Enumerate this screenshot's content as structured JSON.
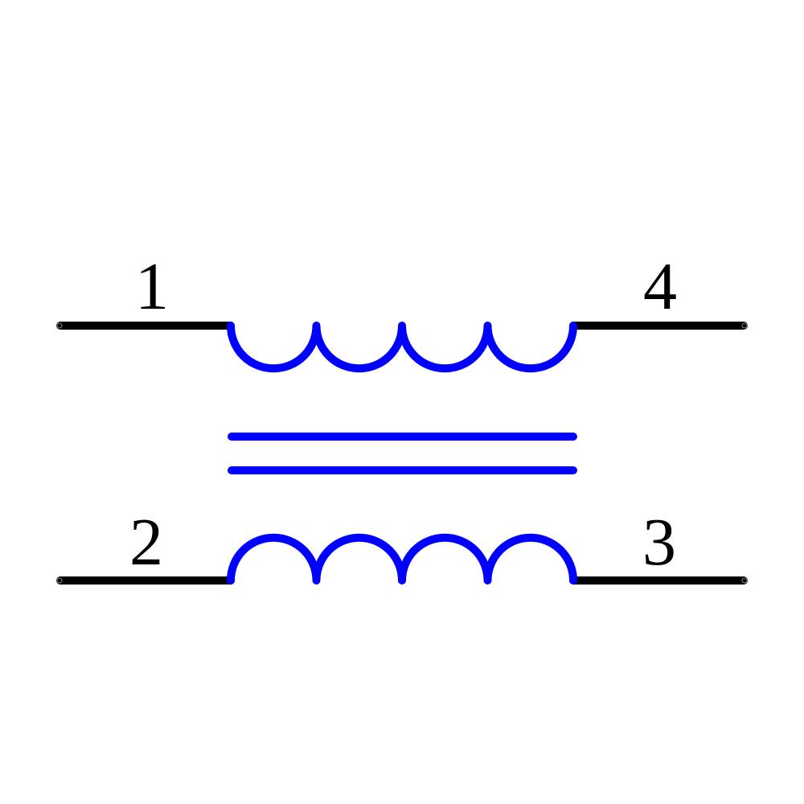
{
  "diagram": {
    "type": "schematic-symbol",
    "component": "common-mode choke",
    "colors": {
      "wire": "#000000",
      "winding": "#0000ff",
      "core": "#0000ff",
      "background": "#ffffff"
    },
    "pins": [
      {
        "number": "1",
        "label": "1",
        "side": "left",
        "winding": "top"
      },
      {
        "number": "4",
        "label": "4",
        "side": "right",
        "winding": "top"
      },
      {
        "number": "2",
        "label": "2",
        "side": "left",
        "winding": "bottom"
      },
      {
        "number": "3",
        "label": "3",
        "side": "right",
        "winding": "bottom"
      }
    ],
    "windings": [
      {
        "name": "top-winding",
        "turns": 4,
        "from_pin": "1",
        "to_pin": "4"
      },
      {
        "name": "bottom-winding",
        "turns": 4,
        "from_pin": "2",
        "to_pin": "3"
      }
    ],
    "core_lines": 2
  }
}
